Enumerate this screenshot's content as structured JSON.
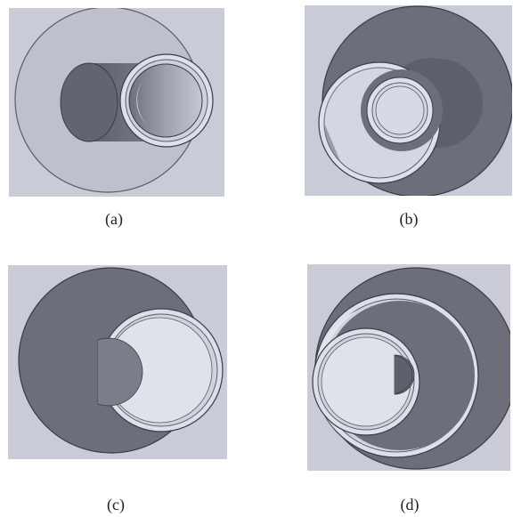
{
  "captions": {
    "a": "(a)",
    "b": "(b)",
    "c": "(c)",
    "d": "(d)"
  },
  "colors": {
    "background": "#c9cbd6",
    "dark_surface": "#6c6e79",
    "light_surface": "#b9bcc8",
    "ring": "#dde0ea",
    "outline": "#3a3c45"
  }
}
